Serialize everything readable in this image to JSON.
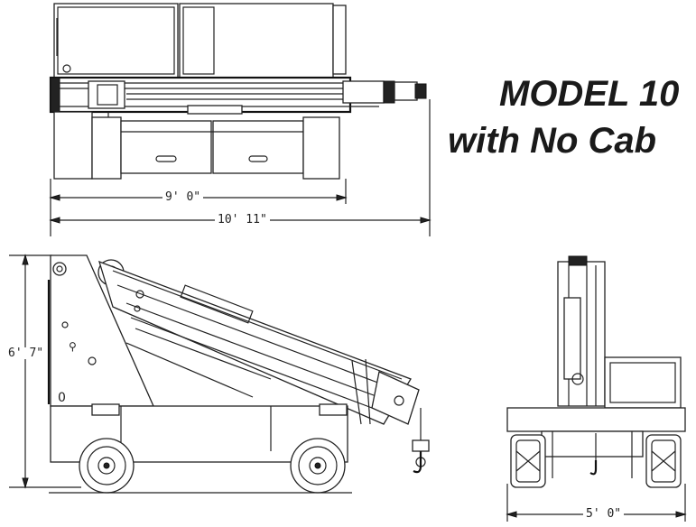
{
  "title": {
    "line1": "MODEL 10",
    "line2": "with No Cab"
  },
  "dimensions": {
    "top_view_inner_width": "9' 0\"",
    "top_view_overall_width": "10' 11\"",
    "side_view_height": "6' 7\"",
    "end_view_width": "5' 0\""
  },
  "colors": {
    "ink": "#222222",
    "background": "#ffffff"
  }
}
